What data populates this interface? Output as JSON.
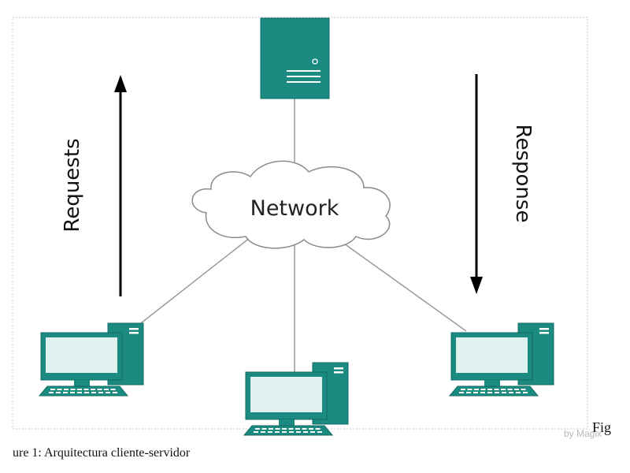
{
  "diagram": {
    "network_label": "Network",
    "requests_label": "Requests",
    "response_label": "Response"
  },
  "caption": {
    "line1": "Fig",
    "line2": "ure 1: Arquitectura cliente-servidor"
  },
  "watermark": "by Magix",
  "colors": {
    "device": "#1b8a80",
    "device_dark": "#136b63",
    "screen": "#dff2ef",
    "line": "#9a9a9a",
    "arrow": "#000000",
    "frame": "#c8c8c8"
  }
}
